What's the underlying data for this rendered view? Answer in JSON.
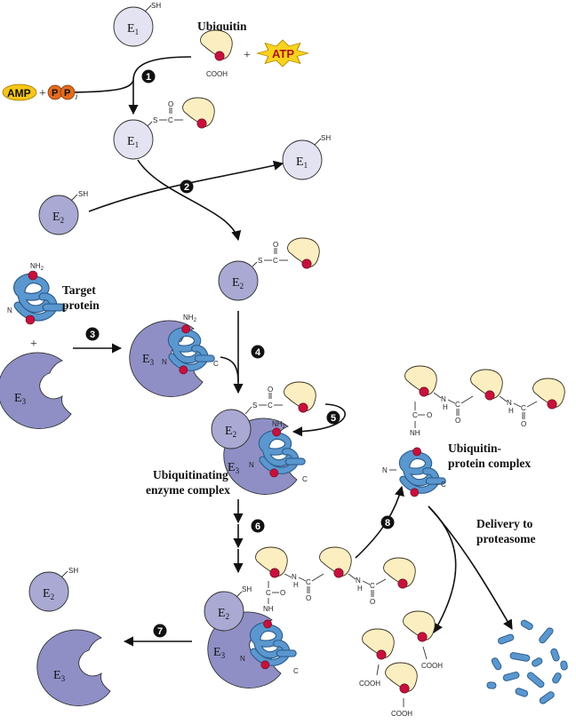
{
  "enzymes": {
    "e1": "E",
    "e1_sub": "1",
    "e2": "E",
    "e2_sub": "2",
    "e3": "E",
    "e3_sub": "3"
  },
  "chem": {
    "sh": "SH",
    "s": "S",
    "c": "C",
    "o": "O",
    "cooh": "COOH",
    "nh2": "NH",
    "nh2_sub": "2",
    "n": "N",
    "h": "H",
    "nh": "NH",
    "eq": "=",
    "minus": "–"
  },
  "labels": {
    "ubiquitin": "Ubiquitin",
    "atp": "ATP",
    "amp": "AMP",
    "plus": "+",
    "pp": "P",
    "pp_i": "i",
    "target_protein": [
      "Target",
      "protein"
    ],
    "ubiquitinating_complex": [
      "Ubiquitinating",
      "enzyme complex"
    ],
    "ubiquitin_protein_complex": [
      "Ubiquitin-",
      "protein complex"
    ],
    "delivery": [
      "Delivery to",
      "proteasome"
    ]
  },
  "steps": [
    "1",
    "2",
    "3",
    "4",
    "5",
    "6",
    "7",
    "8"
  ],
  "colors": {
    "e1_fill": "#e4e3f1",
    "e2_fill": "#a9a9d3",
    "e3_fill": "#8f8fc6",
    "ubiquitin_fill": "#fbeec0",
    "ubiquitin_red": "#c8103c",
    "protein_blue": "#5b97cf",
    "atp_yellow": "#f7d21e",
    "amp_yellow": "#f5c518",
    "pp_orange": "#e36b1e"
  }
}
